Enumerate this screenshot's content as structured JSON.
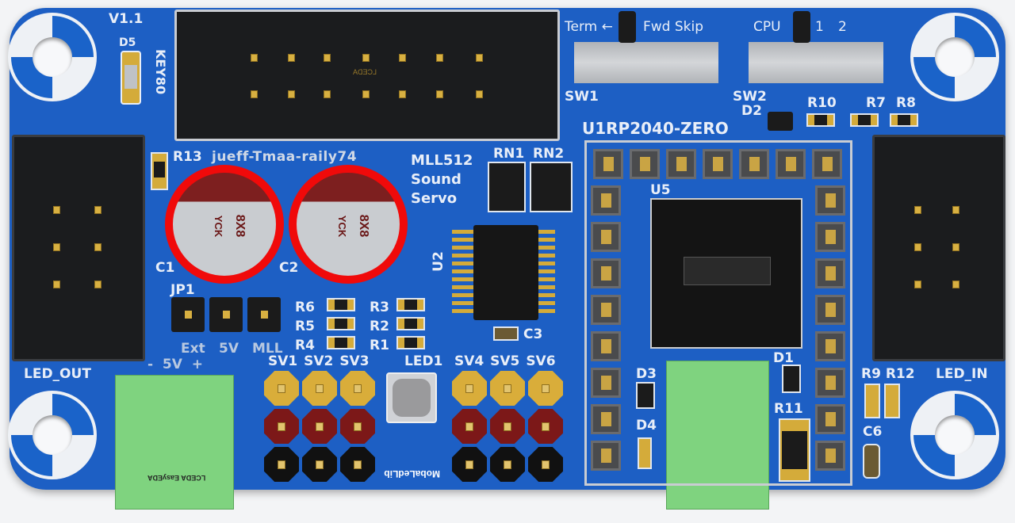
{
  "board": {
    "version": "V1.1",
    "project": "jueff-Tmaa-raily74",
    "title_lines": [
      "MLL512",
      "Sound",
      "Servo"
    ],
    "module": "U1RP2040-ZERO",
    "colors": {
      "pcb": "#1d5fc4",
      "silk": "#e8eef8",
      "capacitor_ring": "#f00a0a",
      "terminal": "#7fd37f"
    }
  },
  "labels": {
    "d5": "D5",
    "key80": "KEY80",
    "r13": "R13",
    "rn1": "RN1",
    "rn2": "RN2",
    "c1": "C1",
    "c2": "C2",
    "jp1": "JP1",
    "jp_opts": [
      "Ext",
      "5V",
      "MLL"
    ],
    "power": "-  5V  +",
    "r_left": [
      "R6",
      "R5",
      "R4"
    ],
    "r_right": [
      "R3",
      "R2",
      "R1"
    ],
    "u2": "U2",
    "c3": "C3",
    "led_out": "LED_OUT",
    "led_in": "LED_IN",
    "sv_left": [
      "SV1",
      "SV2",
      "SV3"
    ],
    "led1": "LED1",
    "sv_right": [
      "SV4",
      "SV5",
      "SV6"
    ],
    "term": "Term ←",
    "fwd": "Fwd Skip",
    "cpu": "CPU",
    "one": "1",
    "two": "2",
    "sw1": "SW1",
    "sw2": "SW2",
    "d2": "D2",
    "r10": "R10",
    "r7": "R7",
    "r8": "R8",
    "u5": "U5",
    "d3": "D3",
    "d4": "D4",
    "d1": "D1",
    "r11": "R11",
    "r9r12": "R9 R12",
    "c6": "C6"
  },
  "capacitors": [
    {
      "value": "8X8",
      "brand": "YCK"
    },
    {
      "value": "8X8",
      "brand": "YCK"
    }
  ],
  "logos": {
    "header": "LCEDA",
    "terminal": "LCEDA EasyEDA",
    "mobaledlib": "MobaLedLib"
  }
}
